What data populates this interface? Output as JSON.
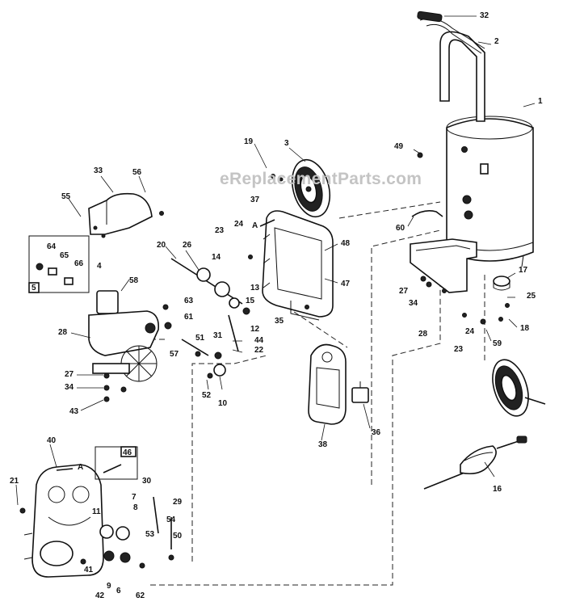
{
  "watermark": "eReplacementParts.com",
  "callouts": {
    "c1": "1",
    "c2": "2",
    "c3": "3",
    "c4": "4",
    "c5": "5",
    "c6": "6",
    "c7": "7",
    "c8": "8",
    "c9": "9",
    "c10": "10",
    "c11": "11",
    "c12": "12",
    "c13": "13",
    "c14": "14",
    "c15": "15",
    "c16": "16",
    "c17": "17",
    "c18": "18",
    "c19": "19",
    "c20": "20",
    "c21": "21",
    "c22": "22",
    "c23a": "23",
    "c23b": "23",
    "c24a": "24",
    "c24b": "24",
    "c25": "25",
    "c26": "26",
    "c27a": "27",
    "c27b": "27",
    "c28a": "28",
    "c28b": "28",
    "c29": "29",
    "c30": "30",
    "c31": "31",
    "c32": "32",
    "c33": "33",
    "c34a": "34",
    "c34b": "34",
    "c35": "35",
    "c36": "36",
    "c37": "37",
    "c38": "38",
    "c40": "40",
    "c41": "41",
    "c42": "42",
    "c43": "43",
    "c44": "44",
    "c46": "46",
    "c47": "47",
    "c48": "48",
    "c49": "49",
    "c50": "50",
    "c51": "51",
    "c52": "52",
    "c53": "53",
    "c54": "54",
    "c55": "55",
    "c56": "56",
    "c57": "57",
    "c58": "58",
    "c59": "59",
    "c60": "60",
    "c61": "61",
    "c62": "62",
    "c63": "63",
    "c64": "64",
    "c65": "65",
    "c66": "66"
  },
  "markers": {
    "a1": "A",
    "a2": "A"
  }
}
